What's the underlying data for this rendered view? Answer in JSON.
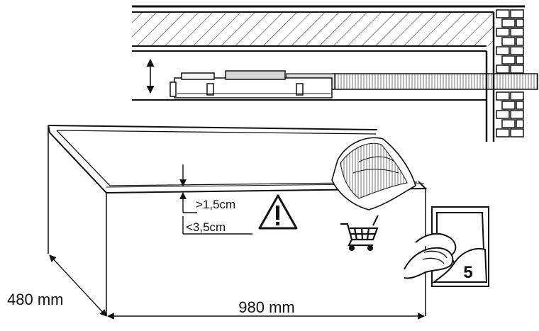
{
  "labels": {
    "gap_min": ">1,5cm",
    "gap_max": "<3,5cm",
    "depth": "480 mm",
    "width": "980 mm",
    "page_ref": "5"
  },
  "icons": {
    "warning": "warning-triangle-icon",
    "cart": "shopping-cart-icon",
    "manual": "manual-page-icon"
  },
  "colors": {
    "ink": "#111111",
    "paper": "#ffffff",
    "hatch": "#444444",
    "gray": "#cfcfcf"
  }
}
